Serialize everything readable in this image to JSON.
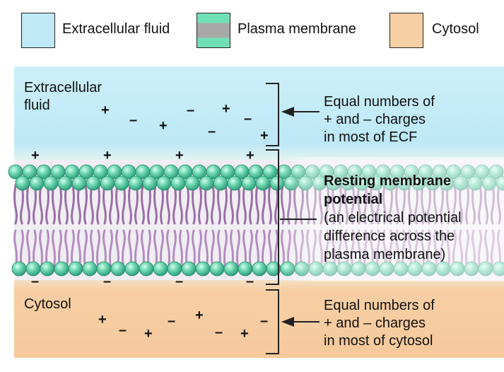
{
  "legend": [
    {
      "label": "Extracellular fluid",
      "color": "#bfe9f7"
    },
    {
      "label": "Plasma membrane",
      "colors": [
        "#6fe0b6",
        "#a8a8a8"
      ]
    },
    {
      "label": "Cytosol",
      "color": "#f7cfa4"
    }
  ],
  "regions": {
    "ecf_label": [
      "Extracellular",
      "fluid"
    ],
    "cytosol_label": "Cytosol"
  },
  "annotations": {
    "ecf": [
      "Equal numbers of",
      "+ and – charges",
      "in most of ECF"
    ],
    "membrane_title": [
      "Resting membrane",
      "potential"
    ],
    "membrane_desc": [
      "(an electrical potential",
      "difference across the",
      "plasma membrane)"
    ],
    "cytosol": [
      "Equal numbers of",
      "+ and – charges",
      "in most of cytosol"
    ]
  },
  "charges": {
    "plus": "+",
    "minus": "–"
  },
  "colors": {
    "ecf": "#bfe9f7",
    "cytosol": "#f7cfa4",
    "head": "#4fc7a0",
    "tail": "#9a6fa6",
    "text": "#111111"
  }
}
